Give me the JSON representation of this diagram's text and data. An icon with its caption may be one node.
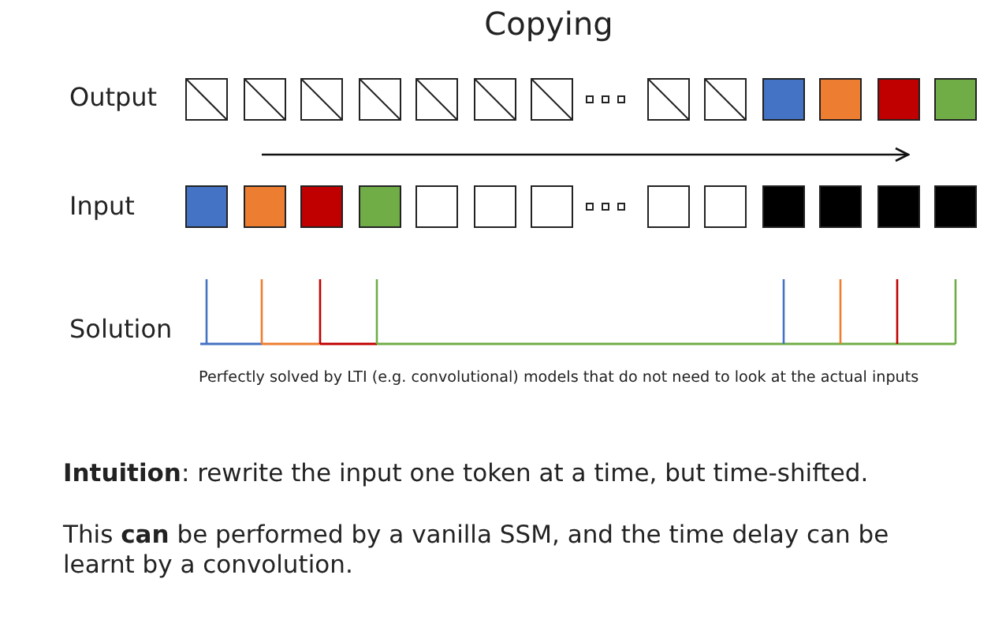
{
  "diagram": {
    "title": "Copying",
    "labels": [
      "Output",
      "Input",
      "Solution",
      "Perfectly solved by LTI (e.g. convolutional) models that do not need to look at the actual inputs",
      "**Intuition**: rewrite the input one token at a time, but time-shifted.",
      "This **can** be performed by a vanilla SSM, and the time delay can be learnt by a convolution."
    ]
  }
}
